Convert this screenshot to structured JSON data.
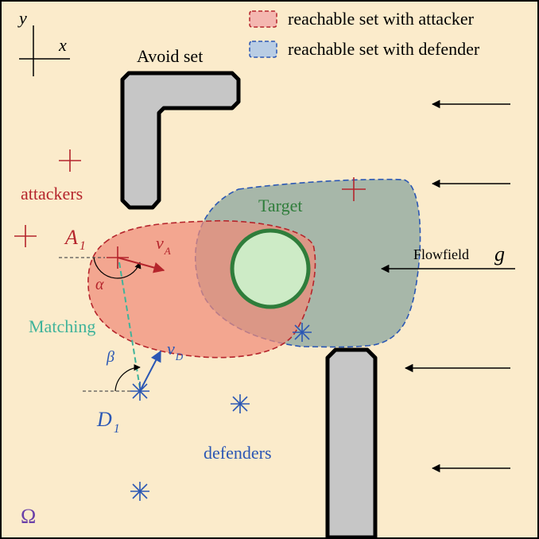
{
  "legend": {
    "attacker_label": "reachable set with attacker",
    "defender_label": "reachable set with defender"
  },
  "axes": {
    "x_label": "x",
    "y_label": "y"
  },
  "labels": {
    "avoid_set": "Avoid set",
    "attackers": "attackers",
    "target": "Target",
    "flowfield": "Flowfield",
    "flow_symbol": "g",
    "matching": "Matching",
    "defenders": "defenders",
    "omega": "Ω"
  },
  "symbols": {
    "attacker_main": "A",
    "attacker_main_sub": "1",
    "defender_main": "D",
    "defender_main_sub": "1",
    "velocity_attacker": "v",
    "velocity_attacker_sub": "A",
    "velocity_defender": "v",
    "velocity_defender_sub": "D",
    "angle_alpha": "α",
    "angle_beta": "β"
  },
  "colors": {
    "background": "#fbebcb",
    "attacker": "#b5252c",
    "defender": "#2b57b4",
    "attacker_set_fill": "#f09a86",
    "defender_set_fill": "#a7b7a9",
    "target_fill": "#cdebc6",
    "target_stroke": "#2f7d3b",
    "matching": "#3fb39a",
    "obstacle_fill": "#c6c6c6",
    "omega": "#6a40a8"
  },
  "icons": {
    "attacker_marker": "plus-marker",
    "defender_marker": "asterisk-marker",
    "flow_arrow": "left-arrow-icon"
  }
}
